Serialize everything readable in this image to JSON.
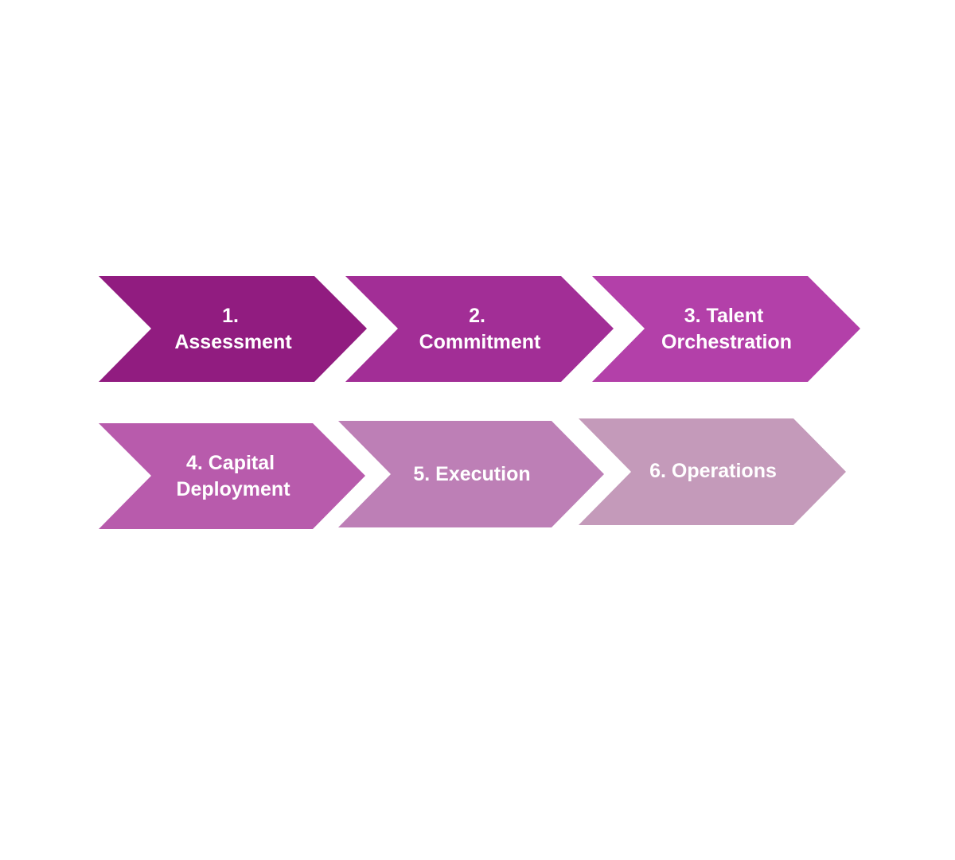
{
  "steps": [
    {
      "lines": [
        "1.",
        "Assessment"
      ],
      "color": "#911c80"
    },
    {
      "lines": [
        "2.",
        "Commitment"
      ],
      "color": "#a22e96"
    },
    {
      "lines": [
        "3. Talent",
        "Orchestration"
      ],
      "color": "#b340a9"
    },
    {
      "lines": [
        "4. Capital",
        "Deployment"
      ],
      "color": "#b85bac"
    },
    {
      "lines": [
        "5. Execution"
      ],
      "color": "#bd7fb6"
    },
    {
      "lines": [
        "6. Operations"
      ],
      "color": "#c49aba"
    }
  ]
}
